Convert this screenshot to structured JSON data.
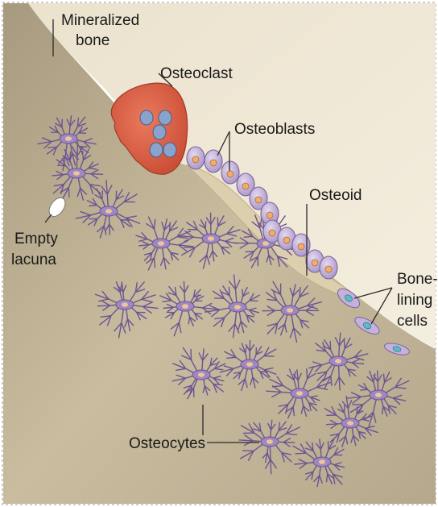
{
  "labels": {
    "mineralized_bone": [
      "Mineralized",
      "bone"
    ],
    "osteoclast": "Osteoclast",
    "osteoblasts": "Osteoblasts",
    "osteoid": "Osteoid",
    "empty_lacuna": [
      "Empty",
      "lacuna"
    ],
    "bone_lining_cells": [
      "Bone-",
      "lining",
      "cells"
    ],
    "osteocytes": "Osteocytes"
  },
  "colors": {
    "bone_light": "#e4d9bf",
    "bone_dark": "#aa9d82",
    "osteoid": "#d9cca8",
    "osteoclast": "#db6046",
    "osteoclast_nucleus": "#8aa3cc",
    "osteoblast": "#c4b2dd",
    "osteoblast_nucleus": "#f0ad70",
    "lining_nucleus": "#5dbcc7",
    "osteocyte": "#6b5592"
  }
}
